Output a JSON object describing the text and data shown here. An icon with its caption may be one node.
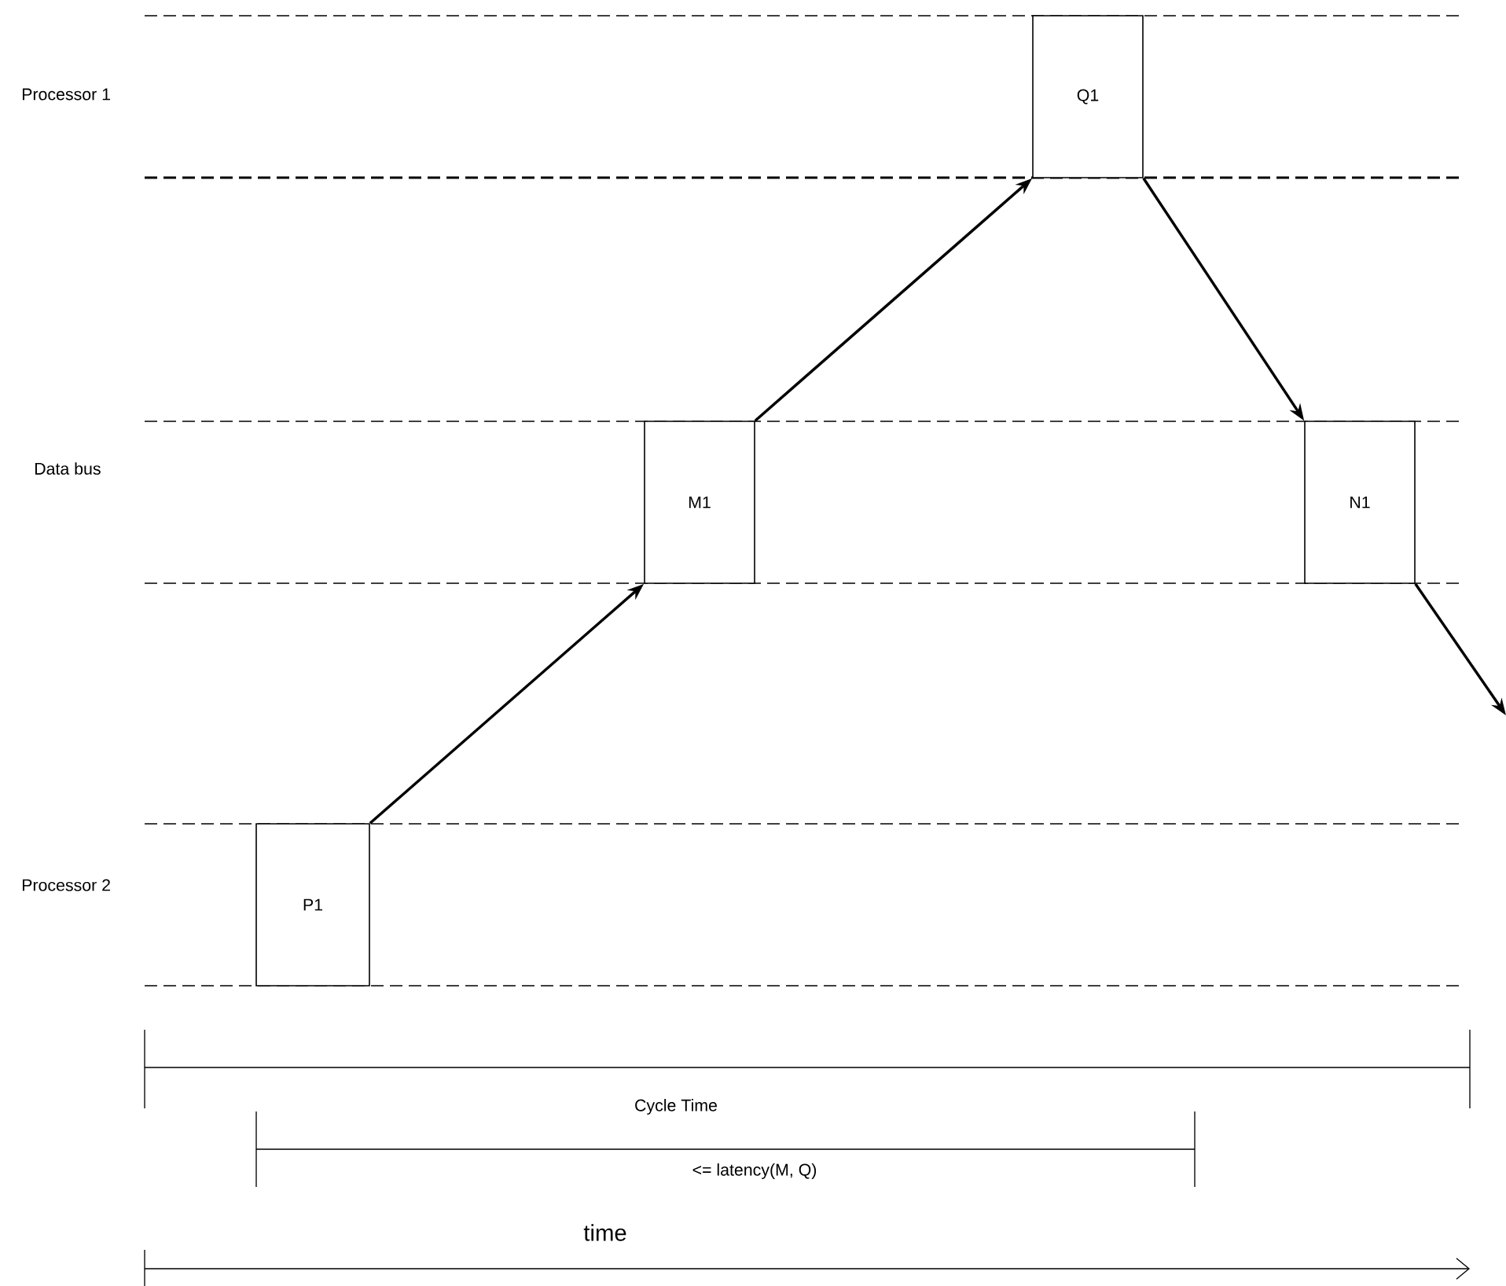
{
  "diagram": {
    "nodes": [
      {
        "text": [
          "Q1"
        ]
      },
      {
        "text": [
          "M1"
        ]
      },
      {
        "text": [
          "N1"
        ]
      },
      {
        "text": [
          "P1"
        ]
      }
    ],
    "edges": [
      {
        "from": 3,
        "to": 1,
        "arrow": "to"
      },
      {
        "from": 1,
        "to": 0,
        "arrow": "to"
      },
      {
        "from": 0,
        "to": 2,
        "arrow": "to"
      },
      {
        "from": 2,
        "to": null,
        "arrow": "to"
      }
    ],
    "labels": [
      "Processor 1",
      "Data bus",
      "Processor 2",
      "Cycle Time",
      "<= latency(M, Q)",
      "time"
    ]
  }
}
